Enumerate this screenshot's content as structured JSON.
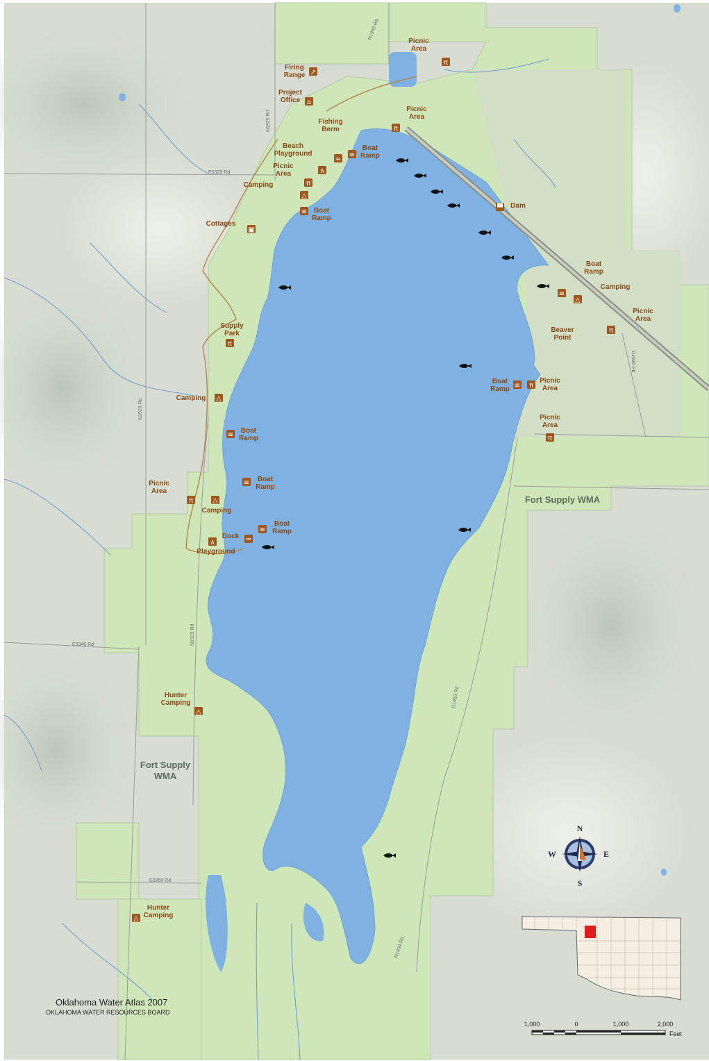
{
  "map": {
    "title": "Oklahoma Water Atlas 2007",
    "subtitle": "OKLAHOMA WATER RESOURCES BOARD",
    "facilities": [
      {
        "id": "picnic-area-1",
        "lines": [
          "Picnic",
          "Area"
        ],
        "icon": "picnic-table-icon"
      },
      {
        "id": "firing-range",
        "lines": [
          "Firing",
          "Range"
        ],
        "icon": "rifle-icon"
      },
      {
        "id": "project-office",
        "lines": [
          "Project",
          "Office"
        ],
        "icon": "office-icon"
      },
      {
        "id": "picnic-area-2",
        "lines": [
          "Picnic",
          "Area"
        ],
        "icon": "picnic-table-icon"
      },
      {
        "id": "fishing-berm",
        "lines": [
          "Fishing",
          "Berm"
        ],
        "icon": "fishing-icon"
      },
      {
        "id": "beach-playground",
        "lines": [
          "Beach",
          "Playground"
        ],
        "icon": "playground-icon"
      },
      {
        "id": "boat-ramp-1",
        "lines": [
          "Boat",
          "Ramp"
        ],
        "icon": "boat-ramp-icon"
      },
      {
        "id": "picnic-area-3",
        "lines": [
          "Picnic",
          "Area"
        ],
        "icon": "picnic-table-icon"
      },
      {
        "id": "camping-1",
        "lines": [
          "Camping"
        ],
        "icon": "tent-icon"
      },
      {
        "id": "boat-ramp-2",
        "lines": [
          "Boat",
          "Ramp"
        ],
        "icon": "boat-ramp-icon"
      },
      {
        "id": "cottages",
        "lines": [
          "Cottages"
        ],
        "icon": "cabin-icon"
      },
      {
        "id": "dam",
        "lines": [
          "Dam"
        ],
        "icon": "dam-icon"
      },
      {
        "id": "boat-ramp-3",
        "lines": [
          "Boat",
          "Ramp"
        ],
        "icon": "boat-ramp-icon"
      },
      {
        "id": "camping-2",
        "lines": [
          "Camping"
        ],
        "icon": "tent-icon"
      },
      {
        "id": "picnic-area-4",
        "lines": [
          "Picnic",
          "Area"
        ],
        "icon": "picnic-table-icon"
      },
      {
        "id": "beaver-point",
        "lines": [
          "Beaver",
          "Point"
        ],
        "icon": ""
      },
      {
        "id": "supply-park",
        "lines": [
          "Supply",
          "Park"
        ],
        "icon": "picnic-table-icon"
      },
      {
        "id": "boat-ramp-4",
        "lines": [
          "Boat",
          "Ramp"
        ],
        "icon": "boat-ramp-icon"
      },
      {
        "id": "picnic-area-5",
        "lines": [
          "Picnic",
          "Area"
        ],
        "icon": "picnic-table-icon"
      },
      {
        "id": "camping-3",
        "lines": [
          "Camping"
        ],
        "icon": "tent-icon"
      },
      {
        "id": "picnic-area-6",
        "lines": [
          "Picnic",
          "Area"
        ],
        "icon": "picnic-table-icon"
      },
      {
        "id": "boat-ramp-5",
        "lines": [
          "Boat",
          "Ramp"
        ],
        "icon": "boat-ramp-icon"
      },
      {
        "id": "boat-ramp-6",
        "lines": [
          "Boat",
          "Ramp"
        ],
        "icon": "boat-ramp-icon"
      },
      {
        "id": "picnic-area-7",
        "lines": [
          "Picnic",
          "Area"
        ],
        "icon": "picnic-table-icon"
      },
      {
        "id": "camping-4",
        "lines": [
          "Camping"
        ],
        "icon": "tent-icon"
      },
      {
        "id": "boat-ramp-7",
        "lines": [
          "Boat",
          "Ramp"
        ],
        "icon": "boat-ramp-icon"
      },
      {
        "id": "dock",
        "lines": [
          "Dock"
        ],
        "icon": "dock-icon"
      },
      {
        "id": "playground",
        "lines": [
          "Playground"
        ],
        "icon": "playground-icon"
      },
      {
        "id": "hunter-camping-1",
        "lines": [
          "Hunter",
          "Camping"
        ],
        "icon": "tent-icon"
      },
      {
        "id": "hunter-camping-2",
        "lines": [
          "Hunter",
          "Camping"
        ],
        "icon": "tent-icon"
      }
    ],
    "roads": [
      "N1950 Rd",
      "N1925 Rd",
      "E0320 Rd",
      "N1920 Rd",
      "D1936 Rd",
      "E0340 Rd",
      "N1922 Rd",
      "D1953 Rd",
      "E0350 Rd",
      "N1934 Rd"
    ],
    "areas": [
      "Fort Supply WMA",
      "Fort Supply WMA"
    ],
    "fish_marker_count": 12,
    "compass": {
      "n": "N",
      "s": "S",
      "e": "E",
      "w": "W"
    },
    "scale_bar": {
      "ticks": [
        "1,000",
        "0",
        "1,000",
        "2,000"
      ],
      "unit": "Feet"
    },
    "colors": {
      "water": "#7fb2e3",
      "wma": "#cfe6b8",
      "terrain": "#d6ddd2",
      "facility": "#a0581e",
      "highlight_county": "#e01b1b"
    }
  }
}
